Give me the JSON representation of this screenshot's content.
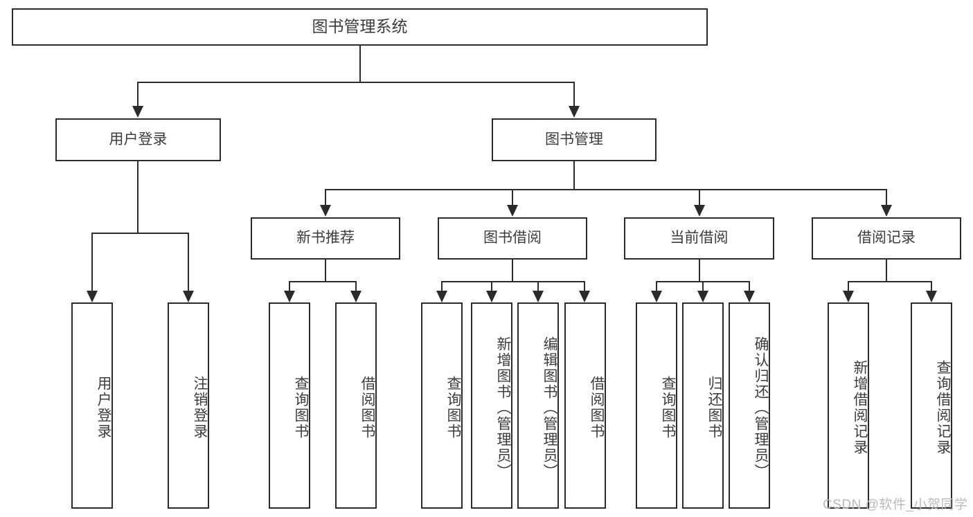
{
  "diagram": {
    "title": "图书管理系统",
    "type": "tree-hierarchy-diagram",
    "colors": {
      "stroke": "#2b2b2b",
      "text": "#3c3c3c",
      "background": "#ffffff",
      "watermark": "#b9b9b9"
    },
    "root": {
      "label": "图书管理系统"
    },
    "level2": [
      {
        "label": "用户登录"
      },
      {
        "label": "图书管理"
      }
    ],
    "level3": [
      {
        "label": "新书推荐"
      },
      {
        "label": "图书借阅"
      },
      {
        "label": "当前借阅"
      },
      {
        "label": "借阅记录"
      }
    ],
    "leaves": {
      "user_login": [
        {
          "label": "用户登录"
        },
        {
          "label": "注销登录"
        }
      ],
      "new_book_recommend": [
        {
          "label": "查询图书"
        },
        {
          "label": "借阅图书"
        }
      ],
      "book_borrow": [
        {
          "label": "查询图书"
        },
        {
          "label": "新增图书（管理员）"
        },
        {
          "label": "编辑图书（管理员）"
        },
        {
          "label": "借阅图书"
        }
      ],
      "current_borrow": [
        {
          "label": "查询图书"
        },
        {
          "label": "归还图书"
        },
        {
          "label": "确认归还（管理员）"
        }
      ],
      "borrow_record": [
        {
          "label": "新增借阅记录"
        },
        {
          "label": "查询借阅记录"
        }
      ]
    },
    "watermark": "CSDN @软件_小贺同学"
  }
}
